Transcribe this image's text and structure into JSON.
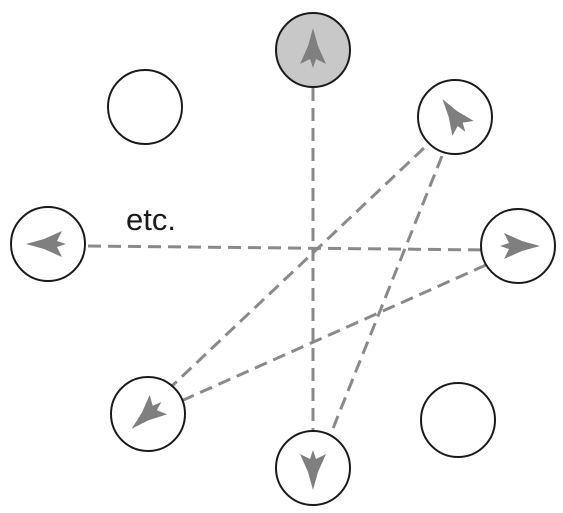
{
  "diagram": {
    "annotation": "etc.",
    "colors": {
      "start_circle_fill": "#c8c8c8",
      "circle_stroke": "#1a1a1a",
      "dashed_line": "#8a8a8a",
      "arrow_icon": "#7f7f7f"
    },
    "circles": [
      {
        "id": "top",
        "state": "start",
        "icon": "arrow-up-icon"
      },
      {
        "id": "top-right",
        "state": "target",
        "icon": "arrow-up-left-icon"
      },
      {
        "id": "right",
        "state": "target",
        "icon": "arrow-right-icon"
      },
      {
        "id": "bottom-right",
        "state": "empty",
        "icon": ""
      },
      {
        "id": "bottom",
        "state": "target",
        "icon": "arrow-down-icon"
      },
      {
        "id": "bottom-left",
        "state": "target",
        "icon": "arrow-down-left-icon"
      },
      {
        "id": "left",
        "state": "target",
        "icon": "arrow-left-icon"
      },
      {
        "id": "top-left",
        "state": "empty",
        "icon": ""
      }
    ],
    "connections": [
      {
        "from": "top",
        "to": "bottom"
      },
      {
        "from": "left",
        "to": "right"
      },
      {
        "from": "top-right",
        "to": "bottom-left"
      },
      {
        "from": "top-right",
        "to": "bottom"
      },
      {
        "from": "right",
        "to": "bottom-left"
      }
    ]
  }
}
